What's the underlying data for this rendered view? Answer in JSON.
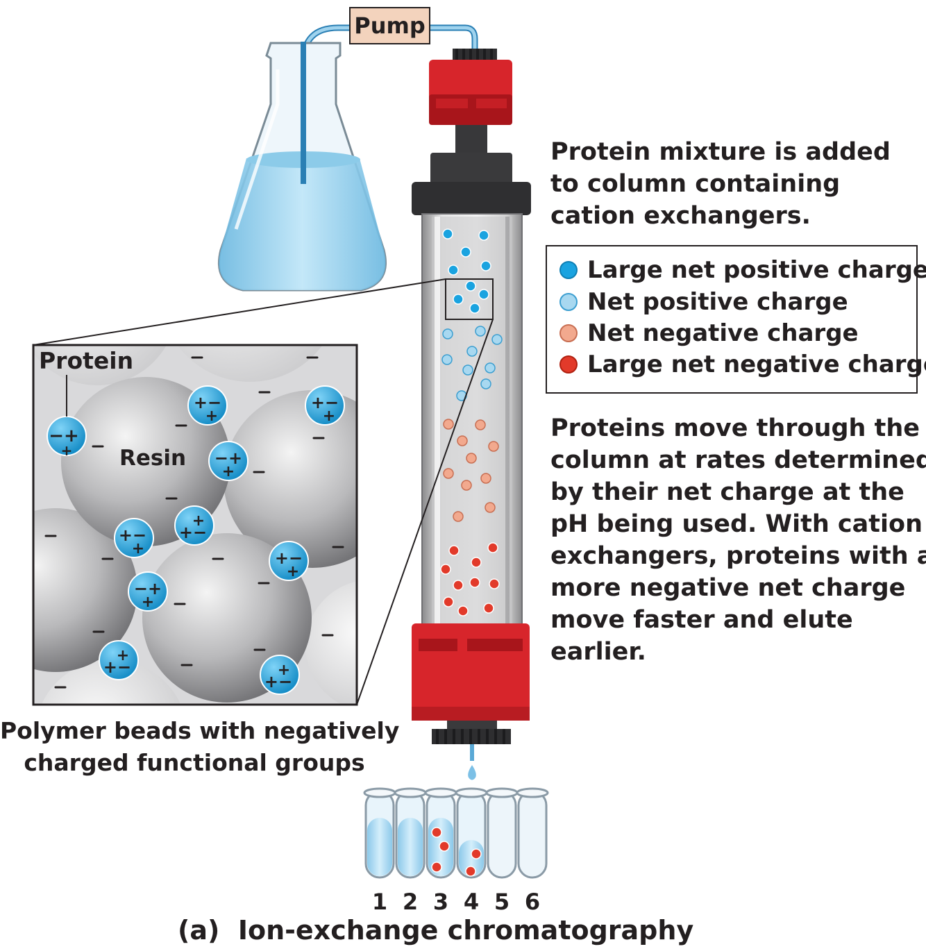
{
  "pump": {
    "label": "Pump"
  },
  "inset": {
    "protein_label": "Protein",
    "resin_label": "Resin"
  },
  "bead_caption": [
    "Polymer beads with negatively",
    "charged functional groups"
  ],
  "top_note": [
    "Protein mixture is added",
    "to column containing",
    "cation exchangers."
  ],
  "legend": [
    {
      "label": "Large net positive charge",
      "color": "#1aa3e0"
    },
    {
      "label": "Net positive charge",
      "color": "#a8d8f0"
    },
    {
      "label": "Net negative charge",
      "color": "#f2a98e"
    },
    {
      "label": "Large net negative charge",
      "color": "#e23a2a"
    }
  ],
  "body_note": [
    "Proteins move through the",
    "column at rates determined",
    "by their net charge at the",
    "pH being used. With cation",
    "exchangers, proteins with a",
    "more negative net charge",
    "move faster and elute",
    "earlier."
  ],
  "tubes": [
    "1",
    "2",
    "3",
    "4",
    "5",
    "6"
  ],
  "caption": "(a)  Ion-exchange chromatography",
  "colors": {
    "column_red": "#d7252b",
    "column_dark": "#3a3a3c",
    "liquid_blue": "#9fd3ee",
    "pump_box": "#f3d3bd",
    "protein_blue": "#1aa3e0"
  }
}
